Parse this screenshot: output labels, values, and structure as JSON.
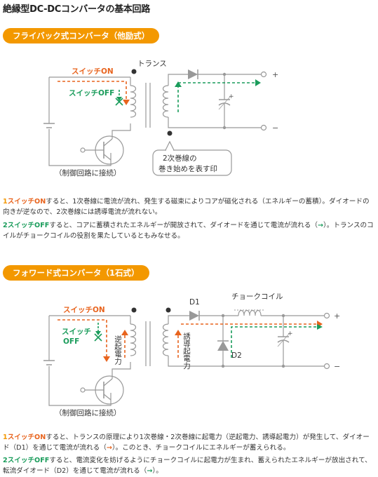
{
  "title": "絶縁型DC-DCコンバータの基本回路",
  "section1": {
    "heading": "フライバック式コンバータ（他励式）",
    "labels": {
      "transformer": "トランス",
      "switch_on": "スイッチON",
      "switch_off": "スイッチOFF",
      "control": "（制御回路に接続）",
      "plus": "+",
      "minus": "−",
      "cap_plus": "+",
      "callout_line1": "2次巻線の",
      "callout_line2": "巻き始めを表す印"
    },
    "desc1": {
      "num": "1",
      "keyword": "スイッチON",
      "text": "すると、1次巻線に電流が流れ、発生する磁束によりコアが磁化される（エネルギーの蓄積）。ダイオードの向きが逆なので、2次巻線には誘導電流が流れない。"
    },
    "desc2": {
      "num": "2",
      "keyword": "スイッチOFF",
      "text_before": "すると、コアに蓄積されたエネルギーが開放されて、ダイオードを通じて電流が流れる（",
      "arrow": "→",
      "text_after": "）。トランスのコイルがチョークコイルの役割を果たしているともみなせる。"
    }
  },
  "section2": {
    "heading": "フォワード式コンバータ（1石式）",
    "labels": {
      "switch_on": "スイッチON",
      "switch_off": "スイッチOFF",
      "switch_off_1": "スイッチ",
      "switch_off_2": "OFF",
      "control": "（制御回路に接続）",
      "d1": "D1",
      "d2": "D2",
      "choke": "チョークコイル",
      "reverse_emf": "逆起電力",
      "induced_emf": "誘導起電力",
      "plus": "+",
      "minus": "−",
      "cap_plus": "+"
    },
    "desc1": {
      "num": "1",
      "keyword": "スイッチON",
      "text_before": "すると、トランスの原理により1次巻線・2次巻線に起電力（逆起電力、誘導起電力）が発生して、ダイオード（D1）を通じて電流が流れる（",
      "arrow": "→",
      "text_after": "）。このとき、チョークコイルにエネルギーが蓄えられる。"
    },
    "desc2": {
      "num": "2",
      "keyword": "スイッチOFF",
      "text_before": "すると、電流変化を妨げるようにチョークコイルに起電力が生まれ、蓄えられたエネルギーが放出されて、転流ダイオード（D2）を通じて電流が流れる（",
      "arrow": "→",
      "text_after": "）。"
    }
  },
  "colors": {
    "orange": "#e8641e",
    "green": "#1a9c5b",
    "pill": "#f39800",
    "wire": "#999999"
  }
}
